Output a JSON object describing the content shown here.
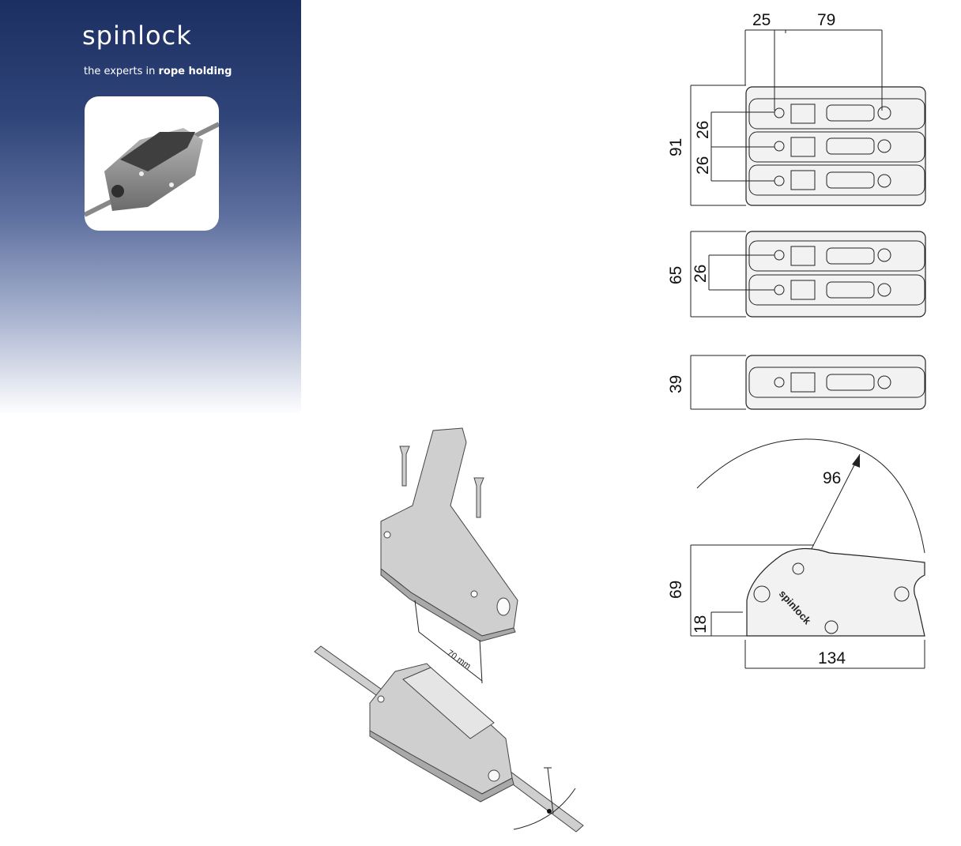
{
  "brand": {
    "logo": "spinlock",
    "tagline_prefix": "the experts in",
    "tagline_emphasis": "rope holding"
  },
  "dimensions": {
    "top_left": "25",
    "top_right": "79",
    "triple_height": "91",
    "triple_pitch_1": "26",
    "triple_pitch_2": "26",
    "double_height": "65",
    "double_pitch": "26",
    "single_height": "39",
    "handle_radius": "96",
    "side_height": "69",
    "base_height": "18",
    "side_length": "134"
  },
  "annotations": {
    "screw_spacing": "70 mm"
  },
  "colors": {
    "panel_top": "#1c2f63",
    "panel_bottom": "#ffffff"
  }
}
